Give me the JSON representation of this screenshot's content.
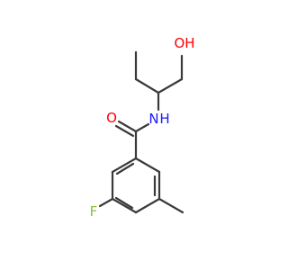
{
  "molecule": {
    "colors": {
      "bond": "#3a3a3a",
      "oxygen": "#ff0000",
      "nitrogen": "#1a1aff",
      "fluorine": "#8fbf3a",
      "background": "#ffffff"
    },
    "atoms": {
      "hydroxyl": {
        "label": "OH",
        "element": "O"
      },
      "carbonyl_oxygen": {
        "label": "O",
        "element": "O"
      },
      "amide_nitrogen": {
        "label": "N",
        "element": "N"
      },
      "amide_hydrogen": {
        "label": "H",
        "element": "N"
      },
      "fluorine": {
        "label": "F",
        "element": "F"
      }
    }
  }
}
